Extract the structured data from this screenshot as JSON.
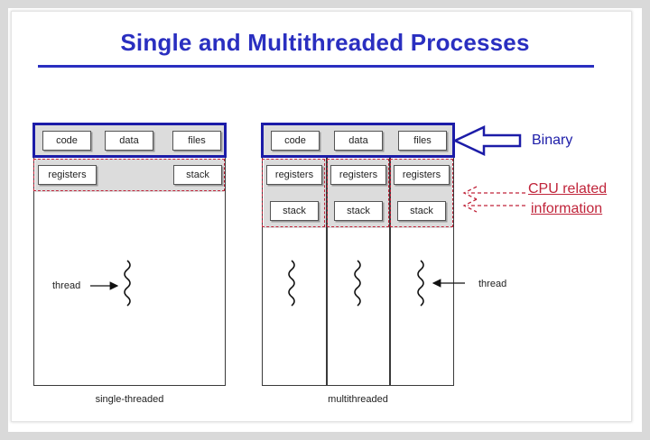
{
  "title": "Single and Multithreaded Processes",
  "single": {
    "code": "code",
    "data": "data",
    "files": "files",
    "registers": "registers",
    "stack": "stack",
    "thread_label": "thread",
    "caption": "single-threaded"
  },
  "multi": {
    "code": "code",
    "data": "data",
    "files": "files",
    "threads": [
      {
        "registers": "registers",
        "stack": "stack"
      },
      {
        "registers": "registers",
        "stack": "stack"
      },
      {
        "registers": "registers",
        "stack": "stack"
      }
    ],
    "thread_label": "thread",
    "caption": "multithreaded"
  },
  "annotations": {
    "binary": "Binary",
    "cpu_line1": "CPU related",
    "cpu_line2": "information"
  },
  "colors": {
    "title": "#2a2fc0",
    "binary": "#1c1ca8",
    "cpu": "#c0243a"
  }
}
